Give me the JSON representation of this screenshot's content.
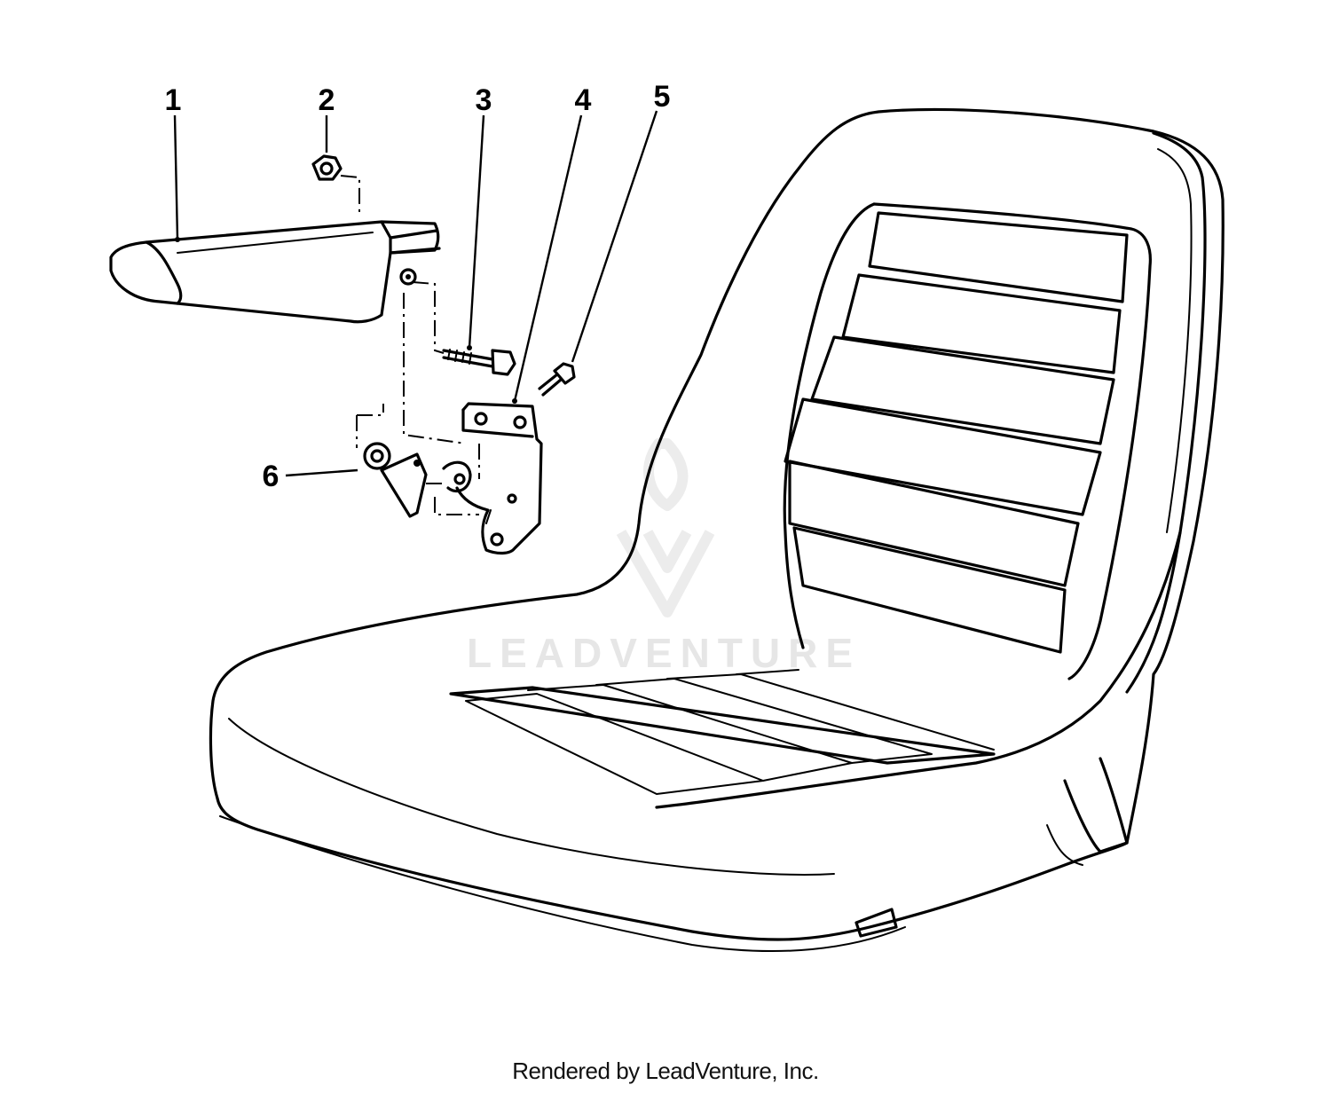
{
  "diagram": {
    "callouts": [
      {
        "label": "1",
        "part": "armrest"
      },
      {
        "label": "2",
        "part": "nut"
      },
      {
        "label": "3",
        "part": "bolt"
      },
      {
        "label": "4",
        "part": "bracket"
      },
      {
        "label": "5",
        "part": "screw"
      },
      {
        "label": "6",
        "part": "spacer"
      }
    ],
    "watermark": "LEADVENTURE"
  },
  "footer": {
    "text": "Rendered by LeadVenture, Inc."
  },
  "colors": {
    "ink": "#000000",
    "background": "#ffffff",
    "watermark": "#e6e6e6"
  }
}
